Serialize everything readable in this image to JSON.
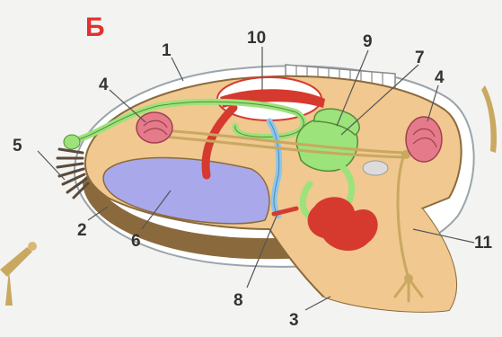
{
  "title": "Б",
  "labels": {
    "l1": "1",
    "l2": "2",
    "l3": "3",
    "l4a": "4",
    "l4b": "4",
    "l5": "5",
    "l6": "6",
    "l7": "7",
    "l8": "8",
    "l9": "9",
    "l10": "10",
    "l11": "11"
  },
  "colors": {
    "title": "#e0322e",
    "body": "#f0c890",
    "mantle": "#8a6a3c",
    "gill": "#a9a8ea",
    "red": "#d63a2e",
    "green": "#9be37a",
    "blue": "#8ec6ea",
    "nerve": "#c9a860",
    "pink": "#e47a8a"
  }
}
